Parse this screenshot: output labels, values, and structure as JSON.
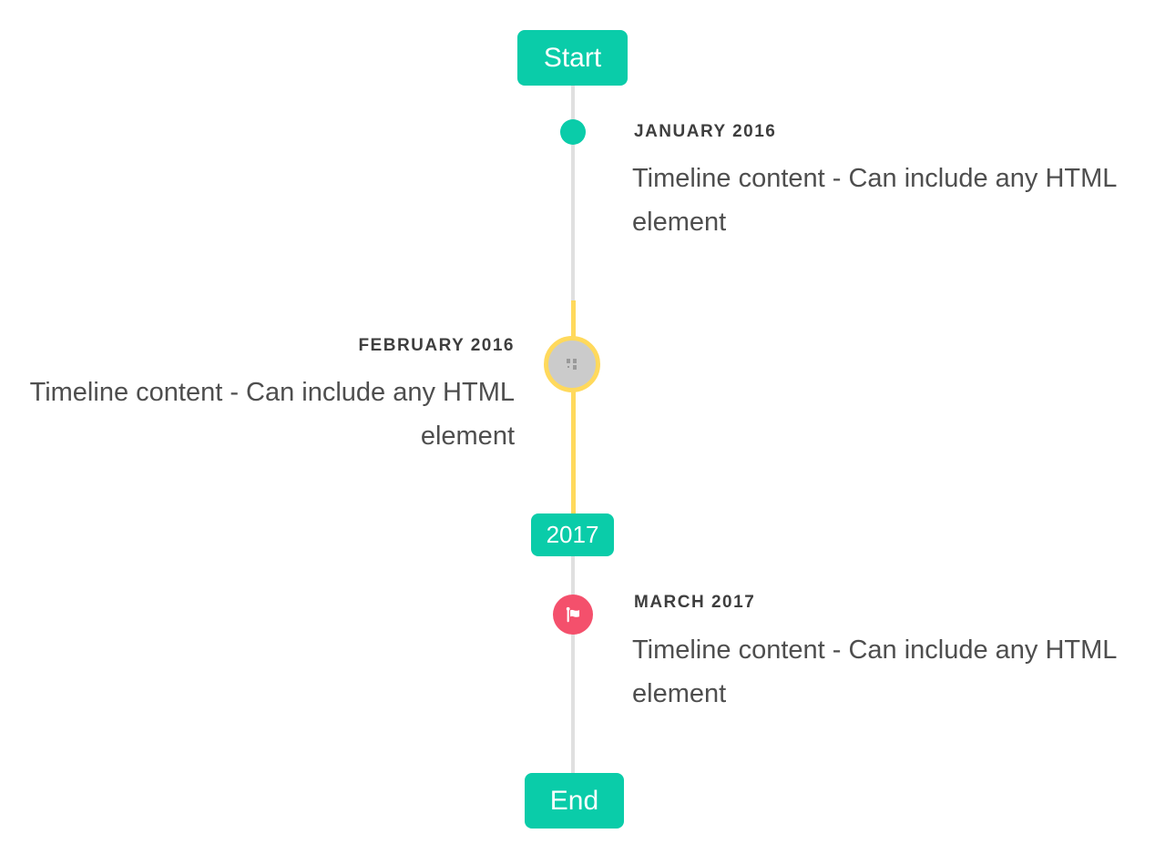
{
  "colors": {
    "teal": "#0acca9",
    "line_gray": "#e0e0e0",
    "line_yellow": "#ffd95c",
    "marker_gray": "#cbcbcb",
    "flag_red": "#f4506c",
    "title_color": "#3e3e3e",
    "content_color": "#4e4e4e",
    "button_text": "#ffffff"
  },
  "timeline": {
    "start_label": "Start",
    "end_label": "End",
    "year_badge": "2017",
    "items": [
      {
        "title": "JANUARY 2016",
        "content": "Timeline content - Can include any HTML element",
        "side": "right",
        "marker": "teal-dot"
      },
      {
        "title": "FEBRUARY 2016",
        "content": "Timeline content - Can include any HTML element",
        "side": "left",
        "marker": "image-circle-yellow-ring"
      },
      {
        "title": "MARCH 2017",
        "content": "Timeline content - Can include any HTML element",
        "side": "right",
        "marker": "red-flag-circle"
      }
    ]
  }
}
